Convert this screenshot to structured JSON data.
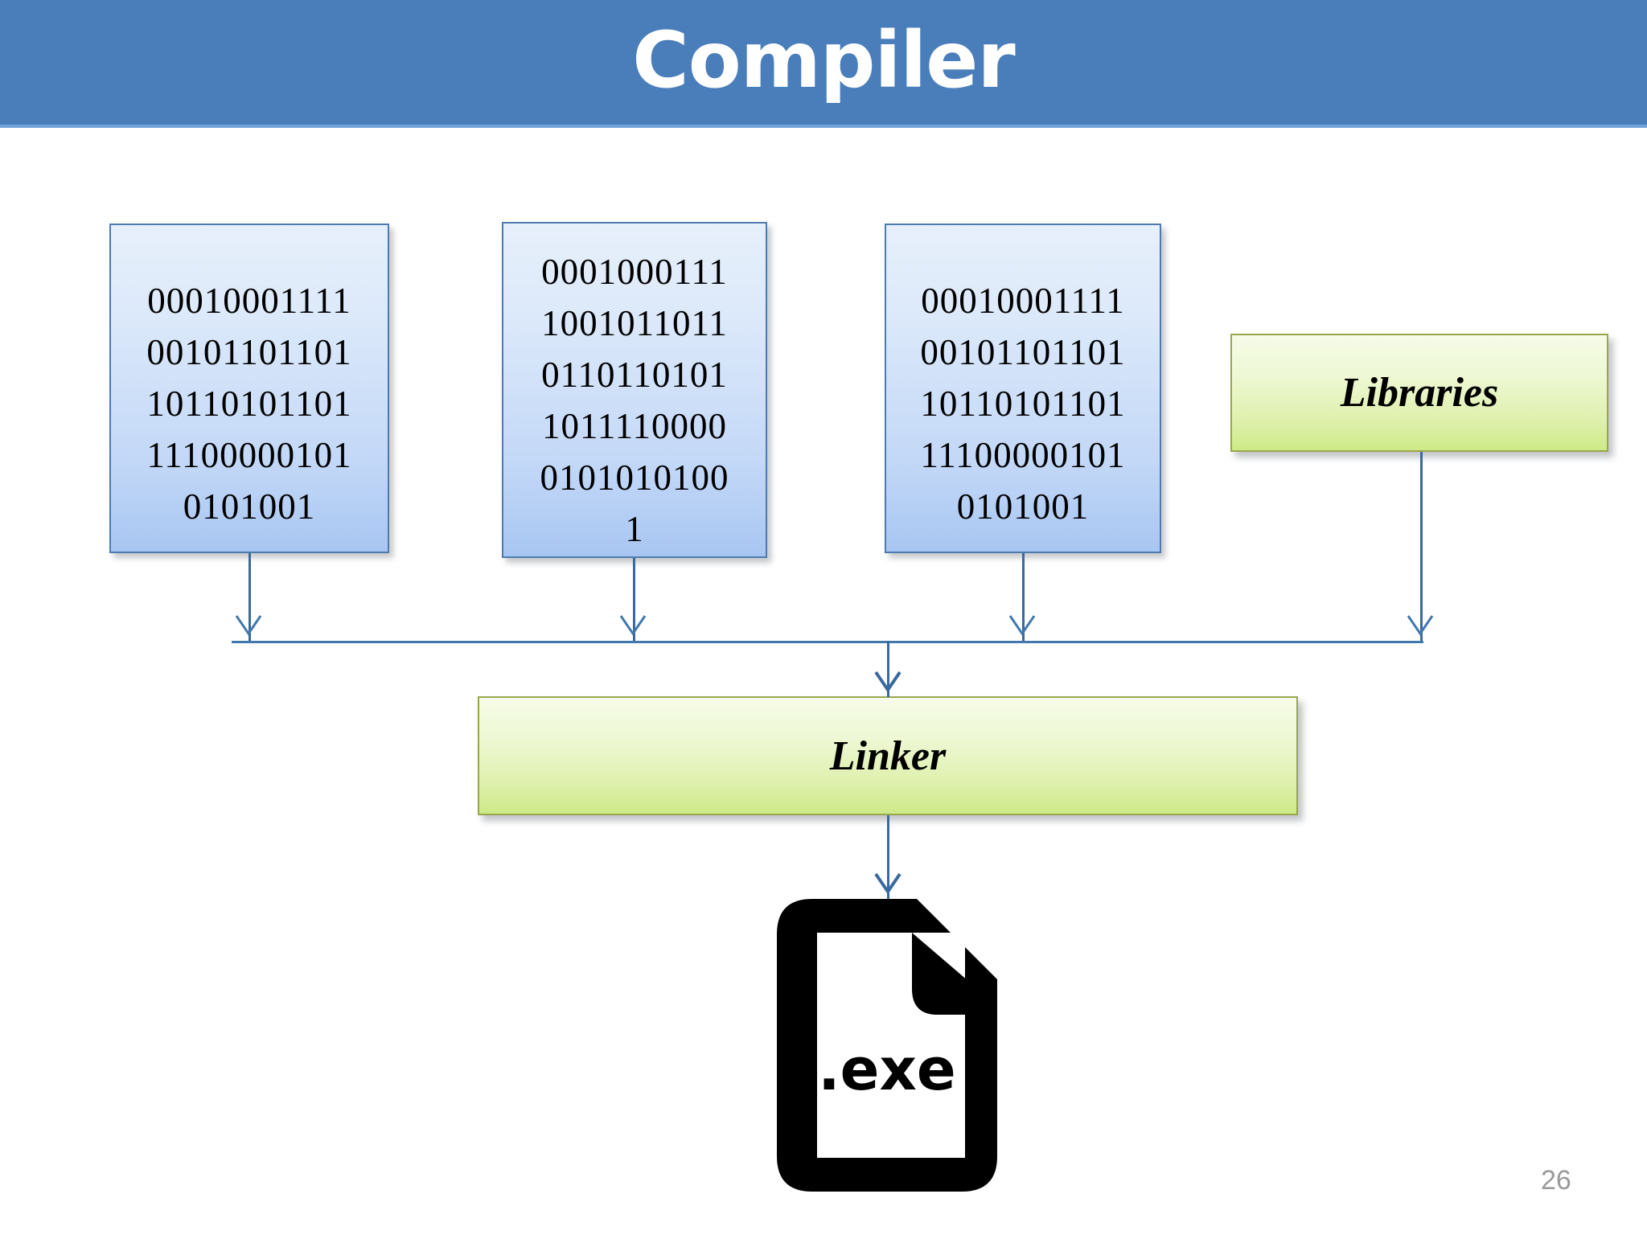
{
  "slide": {
    "title": "Compiler",
    "page_number": "26",
    "title_bar_color": "#4A7EBB",
    "background_color": "#FFFFFF"
  },
  "object_boxes": [
    {
      "name": "object-code-1",
      "lines": [
        "00010001111",
        "00101101101",
        "10110101101",
        "11100000101",
        "0101001"
      ],
      "fill_color": "#C3D8F7",
      "border_color": "#4E7BAE"
    },
    {
      "name": "object-code-2",
      "lines": [
        "0001000111",
        "1001011011",
        "0110110101",
        "1011110000",
        "0101010100",
        "1"
      ],
      "fill_color": "#C3D8F7",
      "border_color": "#4E7BAE"
    },
    {
      "name": "object-code-3",
      "lines": [
        "00010001111",
        "00101101101",
        "10110101101",
        "11100000101",
        "0101001"
      ],
      "fill_color": "#C3D8F7",
      "border_color": "#4E7BAE"
    }
  ],
  "libraries_box": {
    "label": "Libraries",
    "fill_color": "#DEF0AC",
    "border_color": "#99A64E"
  },
  "linker_box": {
    "label": "Linker",
    "fill_color": "#DEF0AC",
    "border_color": "#99A64E"
  },
  "output": {
    "file_label": ".exe",
    "icon_name": "exe-file-icon",
    "icon_color": "#000000"
  },
  "connectors": {
    "line_color": "#4278AE"
  }
}
